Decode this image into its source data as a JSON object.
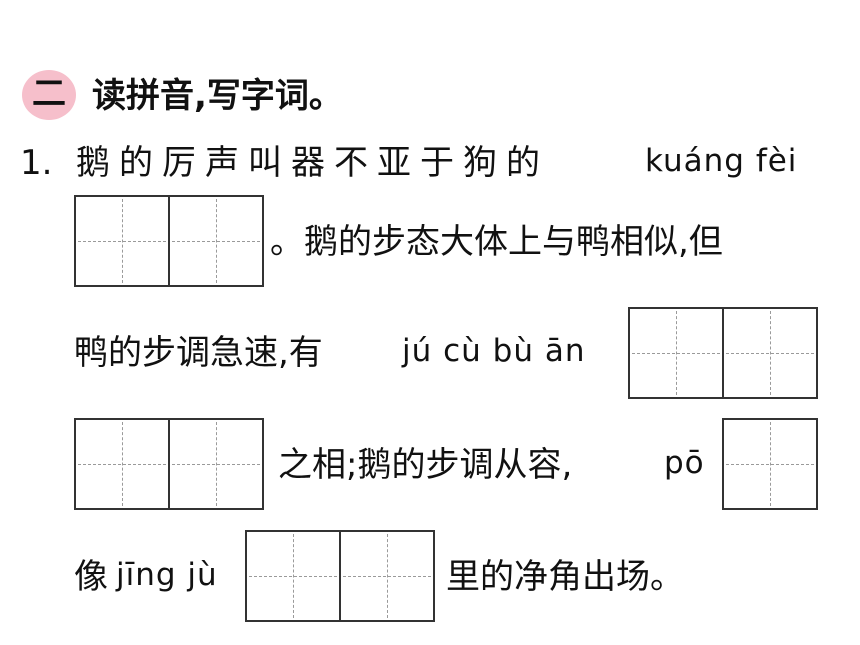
{
  "section": {
    "badge": "二",
    "title": "读拼音,写字词。"
  },
  "question": {
    "number": "1.",
    "line1_text": "鹅的厉声叫器不亚于狗的",
    "line1_pinyin": "kuáng fèi",
    "line2_text": "。鹅的步态大体上与鸭相似,但",
    "line3_text": "鸭的步调急速,有",
    "line3_pinyin": "jú cù bù ān",
    "line4_text": "之相;鹅的步调从容,",
    "line4_pinyin": "pō",
    "line5_text": "像",
    "line5_pinyin": "jīng jù",
    "line5_text2": "里的净角出场。"
  },
  "answer_boxes": [
    {
      "pinyin": "kuáng fèi",
      "characters": 2
    },
    {
      "pinyin": "jú cù bù ān",
      "characters": 4
    },
    {
      "pinyin": "pō",
      "characters": 1
    },
    {
      "pinyin": "jīng jù",
      "characters": 2
    }
  ]
}
